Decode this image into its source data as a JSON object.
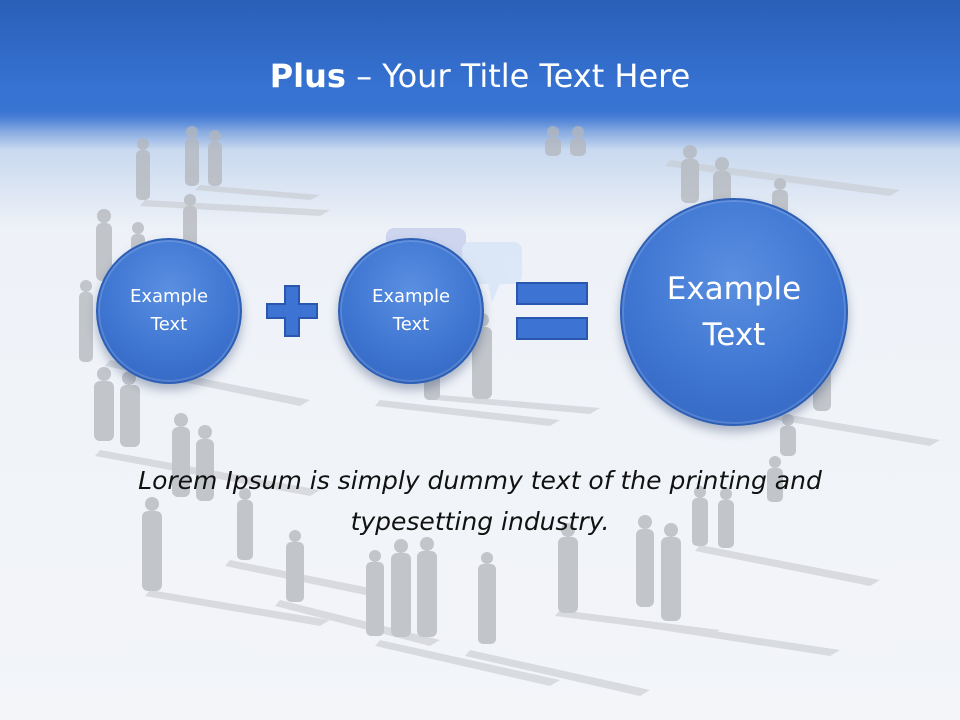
{
  "slide": {
    "title_bold": "Plus",
    "title_rest": " – Your Title Text Here",
    "circles": [
      {
        "label": "Example\nText"
      },
      {
        "label": "Example\nText"
      },
      {
        "label": "Example\nText"
      }
    ],
    "operators": [
      "plus-icon",
      "equals-icon"
    ],
    "caption": "Lorem Ipsum is simply dummy text of the printing and typesetting industry."
  },
  "colors": {
    "header_blue": "#3773d3",
    "circle_blue": "#3f76d2",
    "operator_blue": "#3d74d4",
    "background": "#f3f5f9"
  }
}
